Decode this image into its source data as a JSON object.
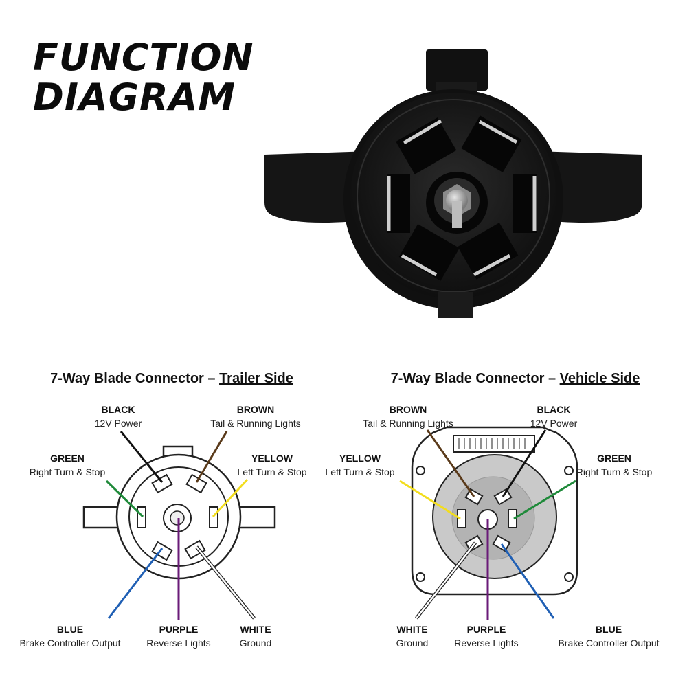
{
  "title": {
    "line1": "FUNCTION",
    "line2": "DIAGRAM"
  },
  "colors": {
    "black": "#111111",
    "brown": "#5a3a1a",
    "yellow": "#f2dd1e",
    "green": "#1f8a3a",
    "blue": "#1f5fb4",
    "purple": "#6a1b78",
    "white": "#e8e8e8"
  },
  "trailer": {
    "heading": "7-Way Blade Connector – ",
    "side": "Trailer Side",
    "pins": {
      "black": {
        "color": "BLACK",
        "function": "12V Power"
      },
      "brown": {
        "color": "BROWN",
        "function": "Tail & Running Lights"
      },
      "green": {
        "color": "GREEN",
        "function": "Right Turn & Stop"
      },
      "yellow": {
        "color": "YELLOW",
        "function": "Left Turn & Stop"
      },
      "blue": {
        "color": "BLUE",
        "function": "Brake Controller Output"
      },
      "purple": {
        "color": "PURPLE",
        "function": "Reverse Lights"
      },
      "white": {
        "color": "WHITE",
        "function": "Ground"
      }
    }
  },
  "vehicle": {
    "heading": "7-Way Blade Connector – ",
    "side": "Vehicle Side",
    "pins": {
      "brown": {
        "color": "BROWN",
        "function": "Tail & Running Lights"
      },
      "black": {
        "color": "BLACK",
        "function": "12V Power"
      },
      "yellow": {
        "color": "YELLOW",
        "function": "Left Turn & Stop"
      },
      "green": {
        "color": "GREEN",
        "function": "Right Turn & Stop"
      },
      "white": {
        "color": "WHITE",
        "function": "Ground"
      },
      "purple": {
        "color": "PURPLE",
        "function": "Reverse Lights"
      },
      "blue": {
        "color": "BLUE",
        "function": "Brake Controller Output"
      }
    }
  }
}
